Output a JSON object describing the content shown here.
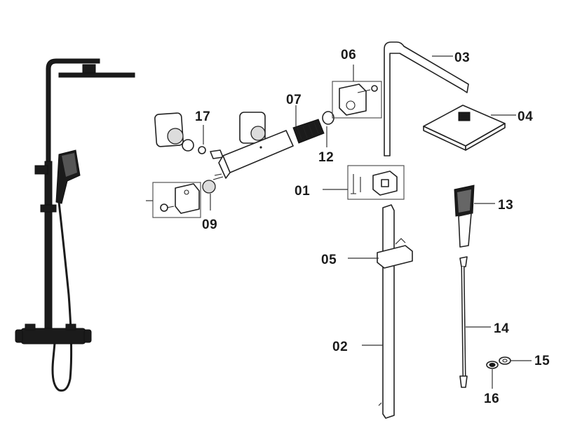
{
  "parts": {
    "p01": "01",
    "p02": "02",
    "p03": "03",
    "p04": "04",
    "p05": "05",
    "p06": "06",
    "p07": "07",
    "p09": "09",
    "p12": "12",
    "p13": "13",
    "p14": "14",
    "p15": "15",
    "p16": "16",
    "p17": "17"
  },
  "colors": {
    "line": "#222222",
    "assembled_finish": "#1b1b1b",
    "background": "#ffffff"
  }
}
